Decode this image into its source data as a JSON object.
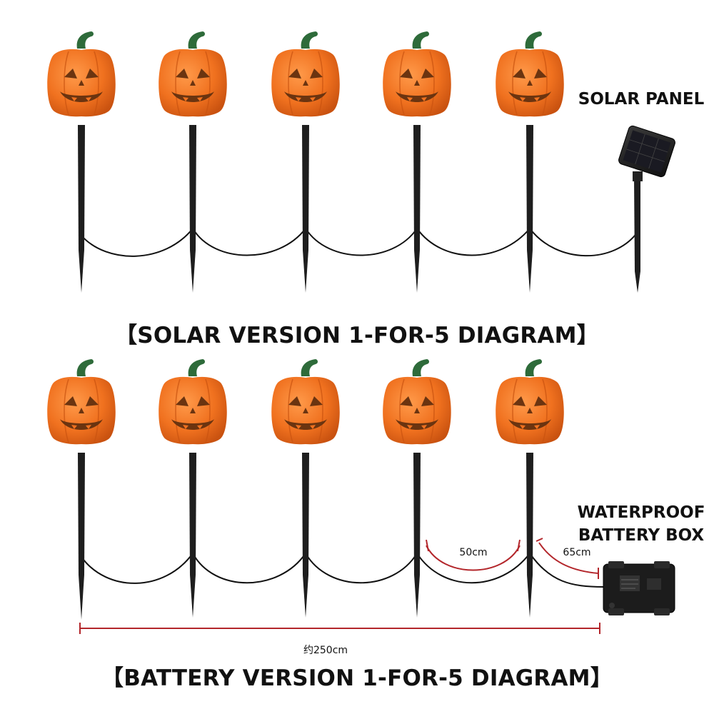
{
  "solar": {
    "title": "【SOLAR VERSION 1-FOR-5 DIAGRAM】",
    "panel_label": "SOLAR PANEL",
    "pumpkin_count": 5
  },
  "battery": {
    "title": "【BATTERY VERSION 1-FOR-5 DIAGRAM】",
    "box_label_line1": "WATERPROOF",
    "box_label_line2": "BATTERY BOX",
    "spacing_label": "50cm",
    "lead_label": "65cm",
    "total_label": "约250cm",
    "pumpkin_count": 5
  },
  "colors": {
    "pumpkin": "#f0711f",
    "pumpkin_dark": "#d45812",
    "stem": "#2e6b3a",
    "stake": "#1e1e1e",
    "measure": "#b3262b"
  }
}
